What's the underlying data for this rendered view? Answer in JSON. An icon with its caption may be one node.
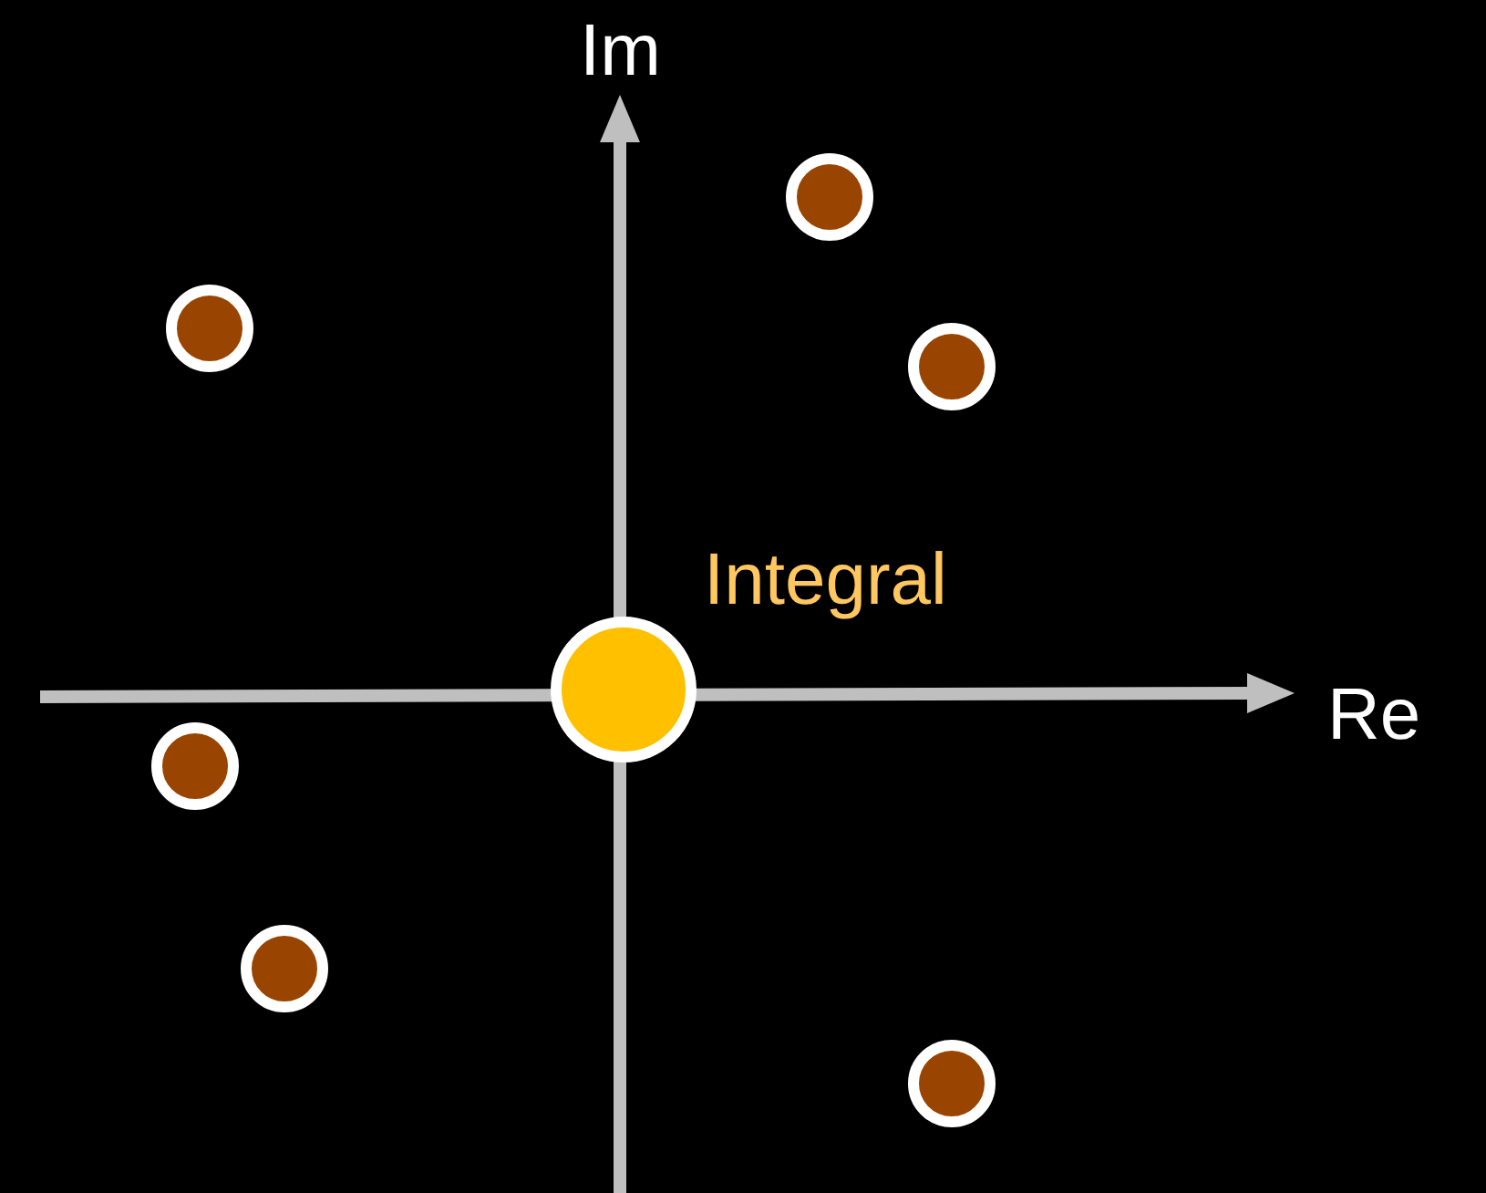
{
  "diagram": {
    "nodes": [
      {
        "text": [],
        "shape": "circle",
        "beside": [
          "Integral"
        ]
      },
      {
        "text": [],
        "shape": "circle"
      },
      {
        "text": [],
        "shape": "circle"
      },
      {
        "text": [],
        "shape": "circle"
      },
      {
        "text": [],
        "shape": "circle"
      },
      {
        "text": [],
        "shape": "circle"
      },
      {
        "text": [],
        "shape": "circle"
      }
    ],
    "labels": [
      "Im",
      "Re"
    ]
  }
}
